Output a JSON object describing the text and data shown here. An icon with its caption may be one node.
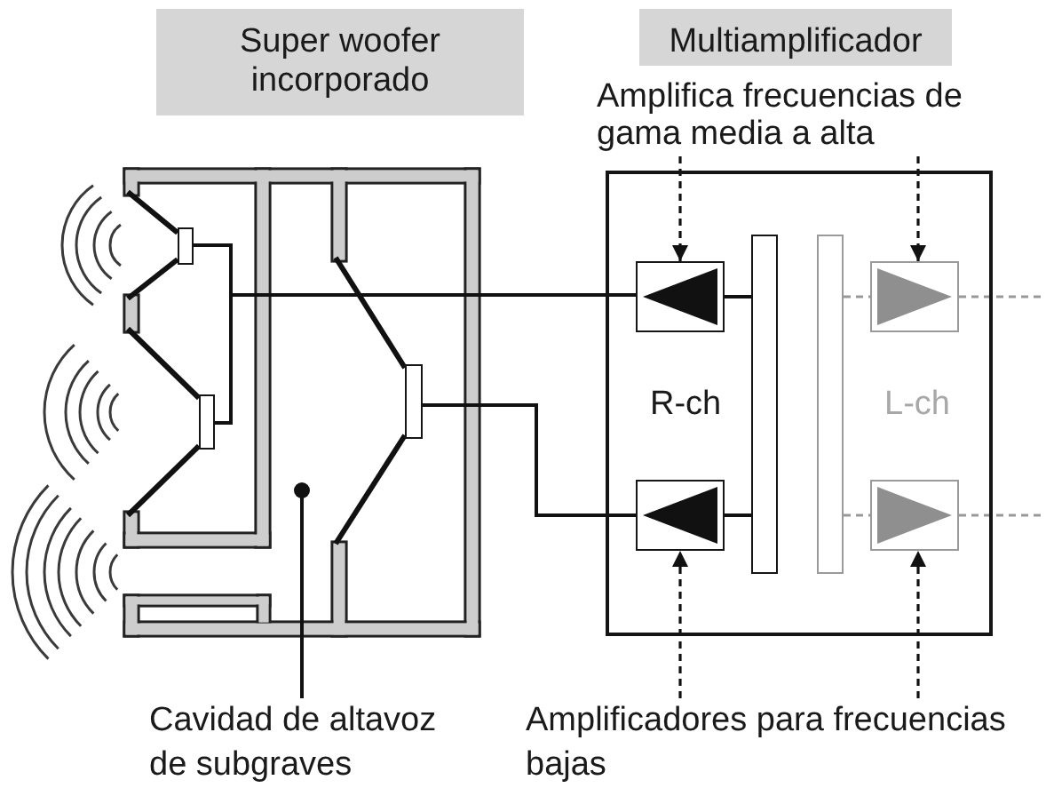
{
  "diagram": {
    "nodes": [
      {
        "text": [
          "Super woofer incorporado"
        ]
      },
      {
        "text": [
          "Multiamplificador"
        ]
      },
      {
        "text": [
          "Amplifica frecuencias de gama media a alta"
        ]
      },
      {
        "text": [],
        "shape": "box"
      },
      {
        "text": [],
        "shape": "box"
      },
      {
        "text": [],
        "shape": "box"
      },
      {
        "text": [],
        "shape": "box"
      },
      {
        "text": [],
        "shape": "box",
        "in": 6
      },
      {
        "text": [],
        "shape": "box",
        "in": 6
      },
      {
        "text": [],
        "shape": "bar",
        "in": 6
      },
      {
        "text": [],
        "shape": "bar",
        "in": 6
      },
      {
        "text": [],
        "shape": "box",
        "in": 6
      },
      {
        "text": [],
        "shape": "box",
        "in": 6
      },
      {
        "text": [
          "Cavidad de altavoz de subgraves"
        ]
      },
      {
        "text": [
          "Amplificadores para frecuencias bajas"
        ]
      }
    ],
    "edges": [
      {
        "from": 2,
        "to": 7,
        "arrow": "to",
        "style": "dashed"
      },
      {
        "from": 2,
        "to": 8,
        "arrow": "to",
        "style": "dashed"
      },
      {
        "from": 3,
        "to": 7,
        "arrow": "none"
      },
      {
        "from": 4,
        "to": 7,
        "arrow": "none"
      },
      {
        "from": 5,
        "to": 11,
        "arrow": "none"
      },
      {
        "from": 7,
        "to": 9,
        "arrow": "none"
      },
      {
        "from": 11,
        "to": 9,
        "arrow": "none"
      },
      {
        "from": 10,
        "to": 8,
        "arrow": "none",
        "style": "dashed",
        "color": "#999999"
      },
      {
        "from": 10,
        "to": 12,
        "arrow": "none",
        "style": "dashed",
        "color": "#999999"
      },
      {
        "from": 8,
        "to": null,
        "arrow": "none",
        "style": "dashed",
        "color": "#999999"
      },
      {
        "from": 12,
        "to": null,
        "arrow": "none",
        "style": "dashed",
        "color": "#999999"
      },
      {
        "from": 14,
        "to": 11,
        "arrow": "to",
        "style": "dashed"
      },
      {
        "from": 14,
        "to": 12,
        "arrow": "to",
        "style": "dashed"
      },
      {
        "from": 13,
        "to": null,
        "arrow": "other"
      }
    ],
    "labels": [
      "R-ch",
      "L-ch"
    ]
  }
}
